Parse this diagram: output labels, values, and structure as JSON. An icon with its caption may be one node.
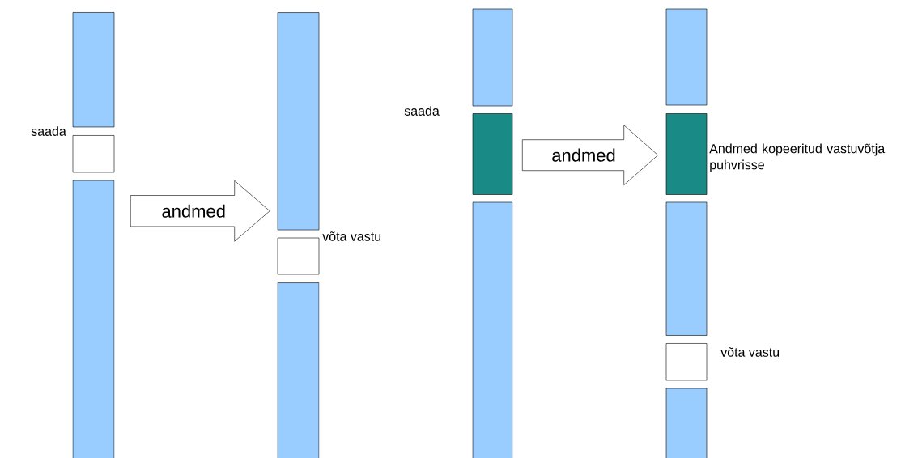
{
  "diagram": {
    "nodes": [
      {
        "text": [],
        "shape": "bar"
      },
      {
        "text": [],
        "shape": "box",
        "beside": [
          "saada"
        ]
      },
      {
        "text": [],
        "shape": "bar"
      },
      {
        "text": [],
        "shape": "bar"
      },
      {
        "text": [],
        "shape": "box",
        "beside": [
          "võta vastu"
        ]
      },
      {
        "text": [],
        "shape": "bar"
      },
      {
        "text": [],
        "shape": "bar"
      },
      {
        "text": [],
        "shape": "box",
        "beside": [
          "saada"
        ]
      },
      {
        "text": [],
        "shape": "bar"
      },
      {
        "text": [],
        "shape": "bar"
      },
      {
        "text": [],
        "shape": "box",
        "beside": [
          "Andmed kopeeritud vastuvõtja puhvrisse"
        ]
      },
      {
        "text": [],
        "shape": "bar"
      },
      {
        "text": [],
        "shape": "box",
        "beside": [
          "võta vastu"
        ]
      },
      {
        "text": [],
        "shape": "bar"
      }
    ],
    "edges": [
      {
        "from": 2,
        "to": 3,
        "arrow": "to",
        "label": "andmed"
      },
      {
        "from": 7,
        "to": 10,
        "arrow": "to",
        "label": "andmed"
      }
    ]
  }
}
